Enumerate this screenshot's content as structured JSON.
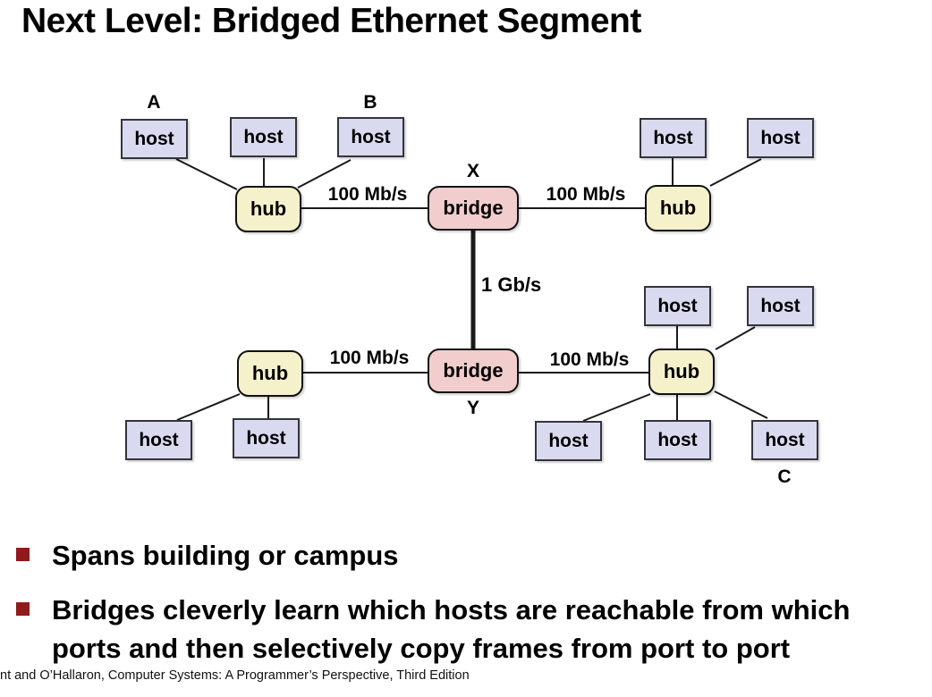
{
  "title": "Next Level: Bridged Ethernet Segment",
  "labels": {
    "host": "host",
    "hub": "hub",
    "bridge": "bridge"
  },
  "point_labels": {
    "a": "A",
    "b": "B",
    "x": "X",
    "y": "Y",
    "c": "C"
  },
  "link_labels": {
    "hub_tl_to_bridge_x": "100 Mb/s",
    "bridge_x_to_hub_tr": "100 Mb/s",
    "hub_bl_to_bridge_y": "100 Mb/s",
    "bridge_y_to_hub_br": "100 Mb/s",
    "trunk": "1 Gb/s"
  },
  "bullets": [
    {
      "lines": [
        "Spans building or campus"
      ]
    },
    {
      "lines": [
        "Bridges cleverly learn which hosts are reachable from which",
        "ports and then selectively copy frames from port to port"
      ]
    }
  ],
  "footer": "nt and O’Hallaron, Computer Systems: A Programmer’s Perspective, Third Edition",
  "colors": {
    "host_fill": "#d9d9ef",
    "hub_fill": "#f5f1cb",
    "bridge_fill": "#f2cdcd",
    "wire_color": "#1a1a1a",
    "bullet_color": "#8f1b1b"
  }
}
